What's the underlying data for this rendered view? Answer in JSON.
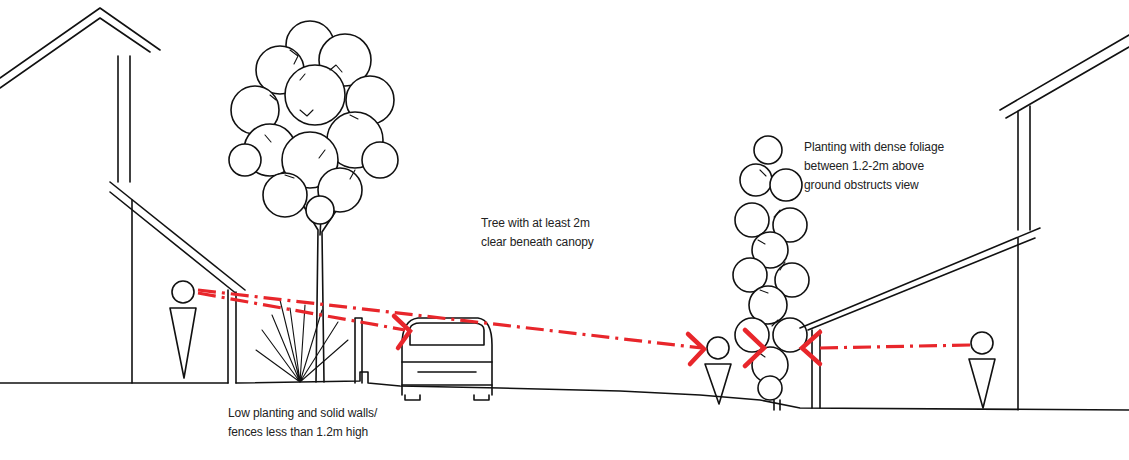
{
  "diagram": {
    "labels": [
      "Tree with at least 2m clear beneath canopy",
      "Planting with dense foliage between 1.2-2m above ground obstructs view",
      "Low planting and solid walls/ fences less than 1.2m high"
    ]
  }
}
